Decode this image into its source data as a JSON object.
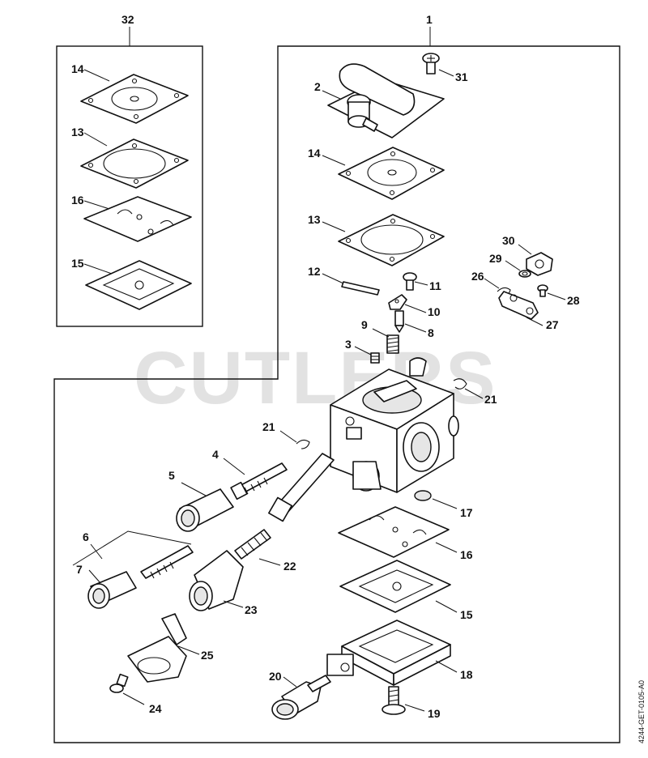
{
  "watermark": "CUTLERS",
  "doc_ref": "4244-GET-0105-A0",
  "callouts": {
    "c1": "1",
    "c2": "2",
    "c3": "3",
    "c4": "4",
    "c5": "5",
    "c6": "6",
    "c7": "7",
    "c8": "8",
    "c9": "9",
    "c10": "10",
    "c11": "11",
    "c12": "12",
    "c13a": "13",
    "c13b": "13",
    "c14a": "14",
    "c14b": "14",
    "c15a": "15",
    "c15b": "15",
    "c16a": "16",
    "c16b": "16",
    "c17": "17",
    "c18": "18",
    "c19": "19",
    "c20": "20",
    "c21a": "21",
    "c21b": "21",
    "c22": "22",
    "c23": "23",
    "c24": "24",
    "c25": "25",
    "c26": "26",
    "c27": "27",
    "c28": "28",
    "c29": "29",
    "c30": "30",
    "c31": "31",
    "c32": "32"
  }
}
